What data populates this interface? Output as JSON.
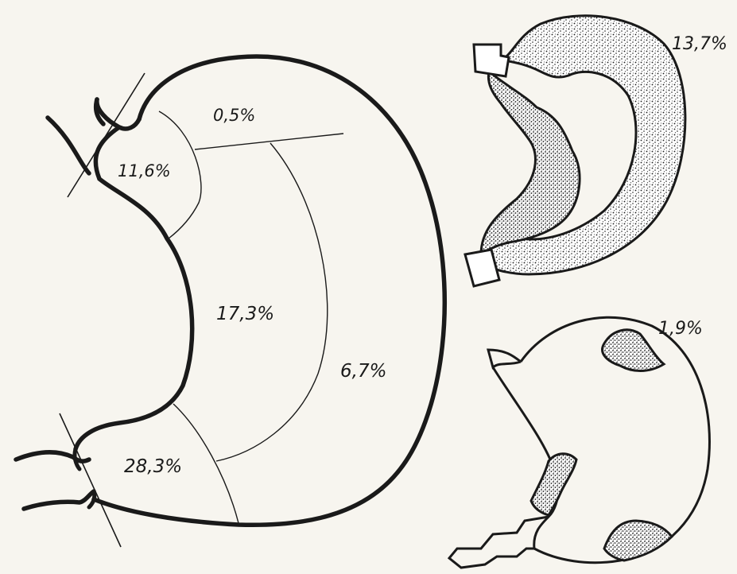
{
  "diagram": {
    "main_stomach": {
      "regions": [
        {
          "id": "fundus",
          "label": "0,5%"
        },
        {
          "id": "cardia",
          "label": "11,6%"
        },
        {
          "id": "lesser-curvature-body",
          "label": "17,3%"
        },
        {
          "id": "greater-curvature-body",
          "label": "6,7%"
        },
        {
          "id": "antrum",
          "label": "28,3%"
        }
      ]
    },
    "insets": [
      {
        "id": "diffuse",
        "label": "13,7%"
      },
      {
        "id": "multifocal",
        "label": "1,9%"
      }
    ],
    "colors": {
      "ink": "#1a1a1a",
      "paper": "#f7f5ef"
    }
  }
}
